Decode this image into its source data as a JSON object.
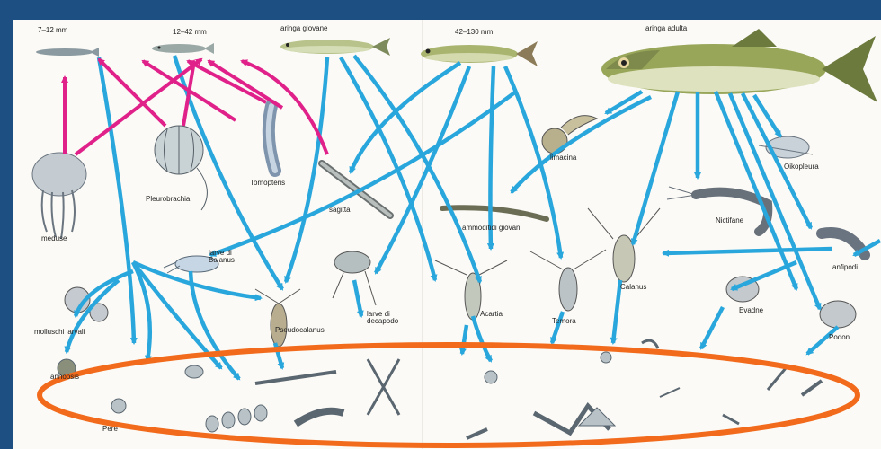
{
  "colors": {
    "background": "#1d4f83",
    "paper": "#fbfaf6",
    "blue_arrow": "#29a7dc",
    "magenta_arrow": "#e0218a",
    "ellipse": "#f26a1b"
  },
  "labels": {
    "fish_7_12": "7–12 mm",
    "fish_12_42": "12–42 mm",
    "aringa_giovane": "aringa giovane",
    "fish_42_130": "42–130 mm",
    "aringa_adulta": "aringa adulta",
    "limacina": "limacina",
    "oikopleura": "Oikopleura",
    "meduse": "meduse",
    "pleurobrachia": "Pleurobrachia",
    "tomopteris": "Tomopteris",
    "sagitta": "sagitta",
    "ammoditidi": "ammoditidi giovani",
    "nictifane": "Nictifane",
    "larve_balanus": "larve di Balanus",
    "anfipodi": "anfipodi",
    "calanus": "Calanus",
    "molluschi": "molluschi larvali",
    "pseudocalanus": "Pseudocalanus",
    "larve_decapodo": "larve di decapodo",
    "acartia": "Acartia",
    "temora": "Temora",
    "evadne": "Evadne",
    "podon": "Podon",
    "annopsis": "annopsis",
    "pere": "Pere"
  }
}
